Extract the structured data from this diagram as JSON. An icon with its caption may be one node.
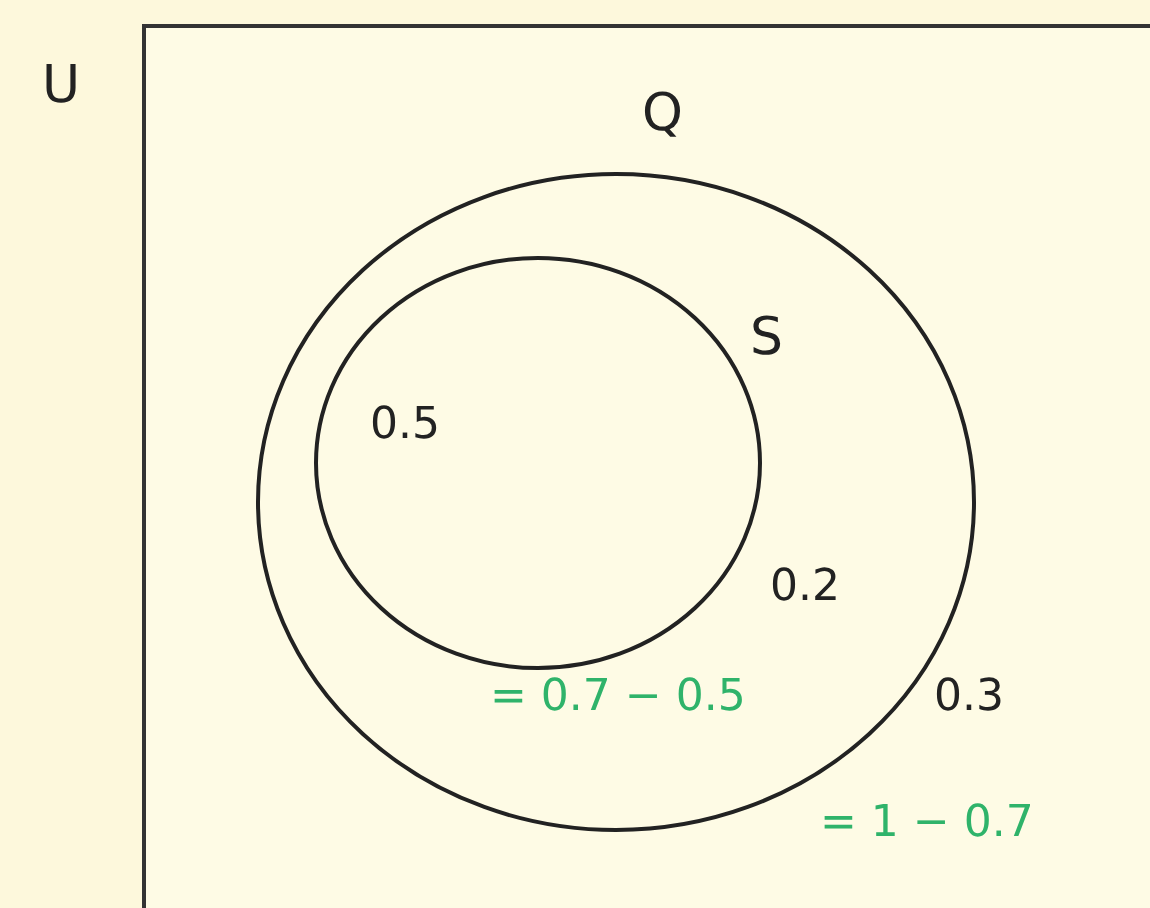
{
  "diagram": {
    "nodes": [
      {
        "text": [
          "U"
        ]
      },
      {
        "text": [
          "Q"
        ],
        "in": 0
      },
      {
        "text": [
          "S"
        ],
        "in": 1
      }
    ],
    "labels": [
      "0.5",
      "0.2",
      "= 0.7 − 0.5",
      "0.3",
      "= 1 − 0.7"
    ]
  }
}
